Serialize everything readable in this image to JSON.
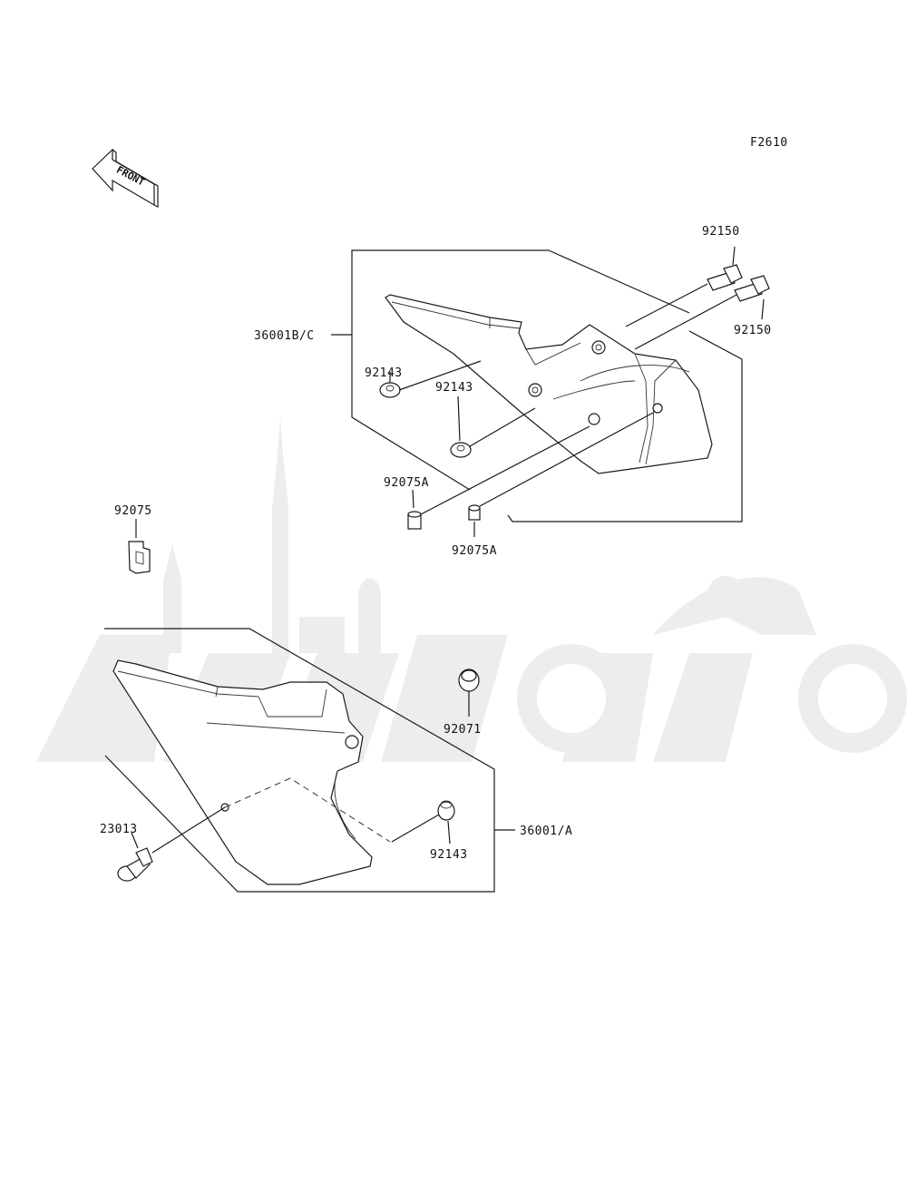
{
  "figure_code": "F2610",
  "front_arrow_text": "FRONT",
  "labels": {
    "l_92150_a": "92150",
    "l_92150_b": "92150",
    "l_36001bc": "36001B/C",
    "l_92143_a": "92143",
    "l_92143_b": "92143",
    "l_92075a_a": "92075A",
    "l_92075a_b": "92075A",
    "l_92075": "92075",
    "l_92071": "92071",
    "l_23013": "23013",
    "l_92143_c": "92143",
    "l_36001a": "36001/A"
  },
  "watermark": {
    "brand_icon": "motorcycle-church-watermark-icon",
    "color": "#ededed"
  }
}
